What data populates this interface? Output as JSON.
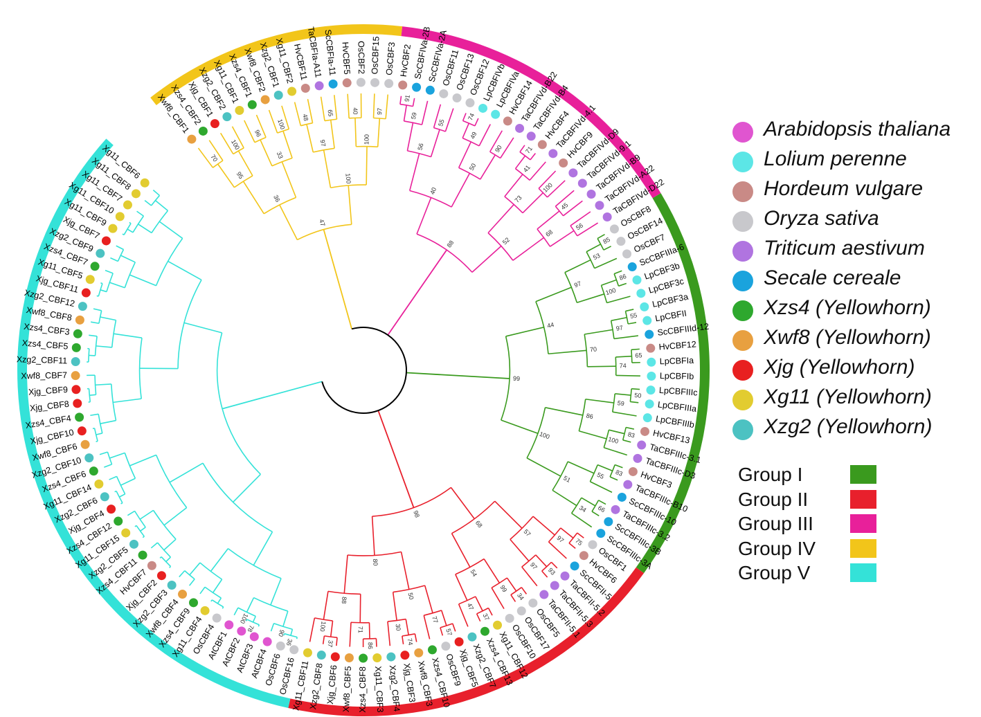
{
  "species": [
    {
      "key": "At",
      "name": "Arabidopsis thaliana",
      "color": "#e055d0"
    },
    {
      "key": "Lp",
      "name": "Lolium perenne",
      "color": "#5ce6e6"
    },
    {
      "key": "Hv",
      "name": "Hordeum vulgare",
      "color": "#c98a86"
    },
    {
      "key": "Os",
      "name": "Oryza sativa",
      "color": "#c8c8cc"
    },
    {
      "key": "Ta",
      "name": "Triticum aestivum",
      "color": "#b074e0"
    },
    {
      "key": "Sc",
      "name": "Secale cereale",
      "color": "#1aa3dd"
    },
    {
      "key": "Xzs4",
      "name": "Xzs4 (Yellowhorn)",
      "color": "#2ea82e"
    },
    {
      "key": "Xwf8",
      "name": "Xwf8 (Yellowhorn)",
      "color": "#e8a040"
    },
    {
      "key": "Xjg",
      "name": "Xjg (Yellowhorn)",
      "color": "#e82020"
    },
    {
      "key": "Xg11",
      "name": "Xg11 (Yellowhorn)",
      "color": "#e2cc30"
    },
    {
      "key": "Xzg2",
      "name": "Xzg2 (Yellowhorn)",
      "color": "#4cc2c2"
    }
  ],
  "groups": [
    {
      "key": "I",
      "name": "Group I",
      "color": "#3a9a1e"
    },
    {
      "key": "II",
      "name": "Group II",
      "color": "#e8202c"
    },
    {
      "key": "III",
      "name": "Group III",
      "color": "#e8209a"
    },
    {
      "key": "IV",
      "name": "Group IV",
      "color": "#f2c51a"
    },
    {
      "key": "V",
      "name": "Group V",
      "color": "#34e2d8"
    }
  ],
  "tree": {
    "tips": [
      {
        "label": "Xwf8_CBF1",
        "sp": "Xwf8",
        "g": "IV"
      },
      {
        "label": "Xzs4_CBF2",
        "sp": "Xzs4",
        "g": "IV"
      },
      {
        "label": "Xjg_CBF1",
        "sp": "Xjg",
        "g": "IV"
      },
      {
        "label": "Xzg2_CBF2",
        "sp": "Xzg2",
        "g": "IV"
      },
      {
        "label": "Xg11_CBF1",
        "sp": "Xg11",
        "g": "IV"
      },
      {
        "label": "Xzs4_CBF1",
        "sp": "Xzs4",
        "g": "IV"
      },
      {
        "label": "Xwf8_CBF2",
        "sp": "Xwf8",
        "g": "IV"
      },
      {
        "label": "Xzg2_CBF1",
        "sp": "Xzg2",
        "g": "IV"
      },
      {
        "label": "Xg11_CBF2",
        "sp": "Xg11",
        "g": "IV"
      },
      {
        "label": "HvCBF11",
        "sp": "Hv",
        "g": "IV"
      },
      {
        "label": "TaCBFIa-A11",
        "sp": "Ta",
        "g": "IV"
      },
      {
        "label": "ScCBFIa-11",
        "sp": "Sc",
        "g": "IV"
      },
      {
        "label": "HvCBF5",
        "sp": "Hv",
        "g": "IV"
      },
      {
        "label": "OsCBF2",
        "sp": "Os",
        "g": "IV"
      },
      {
        "label": "OsCBF15",
        "sp": "Os",
        "g": "IV"
      },
      {
        "label": "OsCBF3",
        "sp": "Os",
        "g": "IV"
      },
      {
        "label": "HvCBF2",
        "sp": "Hv",
        "g": "III"
      },
      {
        "label": "ScCBFIVa-2B",
        "sp": "Sc",
        "g": "III"
      },
      {
        "label": "ScCBFIVa-2A",
        "sp": "Sc",
        "g": "III"
      },
      {
        "label": "OsCBF11",
        "sp": "Os",
        "g": "III"
      },
      {
        "label": "OsCBF13",
        "sp": "Os",
        "g": "III"
      },
      {
        "label": "OsCBF12",
        "sp": "Os",
        "g": "III"
      },
      {
        "label": "LpCBFIVb",
        "sp": "Lp",
        "g": "III"
      },
      {
        "label": "LpCBFIVa",
        "sp": "Lp",
        "g": "III"
      },
      {
        "label": "HvCBF14",
        "sp": "Hv",
        "g": "III"
      },
      {
        "label": "TaCBFIVd-B22",
        "sp": "Ta",
        "g": "III"
      },
      {
        "label": "TaCBFIVd-B4",
        "sp": "Ta",
        "g": "III"
      },
      {
        "label": "HvCBF4",
        "sp": "Hv",
        "g": "III"
      },
      {
        "label": "TaCBFIVd-4.1",
        "sp": "Ta",
        "g": "III"
      },
      {
        "label": "HvCBF9",
        "sp": "Hv",
        "g": "III"
      },
      {
        "label": "TaCBFIVd-D9",
        "sp": "Ta",
        "g": "III"
      },
      {
        "label": "TaCBFIVd-9.1",
        "sp": "Ta",
        "g": "III"
      },
      {
        "label": "TaCBFIVd-B9",
        "sp": "Ta",
        "g": "III"
      },
      {
        "label": "TaCBFIVd-A22",
        "sp": "Ta",
        "g": "III"
      },
      {
        "label": "TaCBFIVd-D22",
        "sp": "Ta",
        "g": "III"
      },
      {
        "label": "OsCBF8",
        "sp": "Os",
        "g": "I"
      },
      {
        "label": "OsCBF14",
        "sp": "Os",
        "g": "I"
      },
      {
        "label": "OsCBF7",
        "sp": "Os",
        "g": "I"
      },
      {
        "label": "ScCBFIIIa-6",
        "sp": "Sc",
        "g": "I"
      },
      {
        "label": "LpCBF3b",
        "sp": "Lp",
        "g": "I"
      },
      {
        "label": "LpCBF3c",
        "sp": "Lp",
        "g": "I"
      },
      {
        "label": "LpCBF3a",
        "sp": "Lp",
        "g": "I"
      },
      {
        "label": "LpCBFII",
        "sp": "Lp",
        "g": "I"
      },
      {
        "label": "ScCBFIIId-12",
        "sp": "Sc",
        "g": "I"
      },
      {
        "label": "HvCBF12",
        "sp": "Hv",
        "g": "I"
      },
      {
        "label": "LpCBFIa",
        "sp": "Lp",
        "g": "I"
      },
      {
        "label": "LpCBFIb",
        "sp": "Lp",
        "g": "I"
      },
      {
        "label": "LpCBFIIIc",
        "sp": "Lp",
        "g": "I"
      },
      {
        "label": "LpCBFIIIa",
        "sp": "Lp",
        "g": "I"
      },
      {
        "label": "LpCBFIIIb",
        "sp": "Lp",
        "g": "I"
      },
      {
        "label": "HvCBF13",
        "sp": "Hv",
        "g": "I"
      },
      {
        "label": "TaCBFIIIc-3.1",
        "sp": "Ta",
        "g": "I"
      },
      {
        "label": "TaCBFIIIc-D3",
        "sp": "Ta",
        "g": "I"
      },
      {
        "label": "HvCBF3",
        "sp": "Hv",
        "g": "I"
      },
      {
        "label": "TaCBFIIIc-B10",
        "sp": "Ta",
        "g": "I"
      },
      {
        "label": "ScCBFIIIc-10",
        "sp": "Sc",
        "g": "I"
      },
      {
        "label": "TaCBFIIIc-3.2",
        "sp": "Ta",
        "g": "I"
      },
      {
        "label": "ScCBFIIIc-3B",
        "sp": "Sc",
        "g": "I"
      },
      {
        "label": "ScCBFIIIc-3A",
        "sp": "Sc",
        "g": "I"
      },
      {
        "label": "OsCBF1",
        "sp": "Os",
        "g": "II"
      },
      {
        "label": "HvCBF6",
        "sp": "Hv",
        "g": "II"
      },
      {
        "label": "ScCBFII-5",
        "sp": "Sc",
        "g": "II"
      },
      {
        "label": "TaCBFII-5.2",
        "sp": "Ta",
        "g": "II"
      },
      {
        "label": "TaCBFII-5.3",
        "sp": "Ta",
        "g": "II"
      },
      {
        "label": "TaCBFII-5.1",
        "sp": "Ta",
        "g": "II"
      },
      {
        "label": "OsCBF5",
        "sp": "Os",
        "g": "II"
      },
      {
        "label": "OsCBF17",
        "sp": "Os",
        "g": "II"
      },
      {
        "label": "OsCBF10",
        "sp": "Os",
        "g": "II"
      },
      {
        "label": "Xg11_CBF12",
        "sp": "Xg11",
        "g": "II"
      },
      {
        "label": "Xzs4_CBF13",
        "sp": "Xzs4",
        "g": "II"
      },
      {
        "label": "Xzg2_CBF7",
        "sp": "Xzg2",
        "g": "II"
      },
      {
        "label": "Xjg_CBF5",
        "sp": "Xjg",
        "g": "II"
      },
      {
        "label": "OsCBF9",
        "sp": "Os",
        "g": "II"
      },
      {
        "label": "Xzs4_CBF10",
        "sp": "Xzs4",
        "g": "II"
      },
      {
        "label": "Xwf8_CBF3",
        "sp": "Xwf8",
        "g": "II"
      },
      {
        "label": "Xjg_CBF3",
        "sp": "Xjg",
        "g": "II"
      },
      {
        "label": "Xzg2_CBF4",
        "sp": "Xzg2",
        "g": "II"
      },
      {
        "label": "Xg11_CBF3",
        "sp": "Xg11",
        "g": "II"
      },
      {
        "label": "Xzs4_CBF8",
        "sp": "Xzs4",
        "g": "II"
      },
      {
        "label": "Xwf8_CBF5",
        "sp": "Xwf8",
        "g": "II"
      },
      {
        "label": "Xjg_CBF6",
        "sp": "Xjg",
        "g": "II"
      },
      {
        "label": "Xzg2_CBF8",
        "sp": "Xzg2",
        "g": "II"
      },
      {
        "label": "Xg11_CBF11",
        "sp": "Xg11",
        "g": "II"
      },
      {
        "label": "OsCBF16",
        "sp": "Os",
        "g": "V"
      },
      {
        "label": "OsCBF6",
        "sp": "Os",
        "g": "V"
      },
      {
        "label": "AtCBF4",
        "sp": "At",
        "g": "V"
      },
      {
        "label": "AtCBF3",
        "sp": "At",
        "g": "V"
      },
      {
        "label": "AtCBF2",
        "sp": "At",
        "g": "V"
      },
      {
        "label": "AtCBF1",
        "sp": "At",
        "g": "V"
      },
      {
        "label": "OsCBF4",
        "sp": "Os",
        "g": "V"
      },
      {
        "label": "Xg11_CBF4",
        "sp": "Xg11",
        "g": "V"
      },
      {
        "label": "Xzs4_CBF9",
        "sp": "Xzs4",
        "g": "V"
      },
      {
        "label": "Xwf8_CBF4",
        "sp": "Xwf8",
        "g": "V"
      },
      {
        "label": "Xzg2_CBF3",
        "sp": "Xzg2",
        "g": "V"
      },
      {
        "label": "Xjg_CBF2",
        "sp": "Xjg",
        "g": "V"
      },
      {
        "label": "HvCBF7",
        "sp": "Hv",
        "g": "V"
      },
      {
        "label": "Xzs4_CBF11",
        "sp": "Xzs4",
        "g": "V"
      },
      {
        "label": "Xzg2_CBF5",
        "sp": "Xzg2",
        "g": "V"
      },
      {
        "label": "Xg11_CBF15",
        "sp": "Xg11",
        "g": "V"
      },
      {
        "label": "Xzs4_CBF12",
        "sp": "Xzs4",
        "g": "V"
      },
      {
        "label": "Xjg_CBF4",
        "sp": "Xjg",
        "g": "V"
      },
      {
        "label": "Xzg2_CBF6",
        "sp": "Xzg2",
        "g": "V"
      },
      {
        "label": "Xg11_CBF14",
        "sp": "Xg11",
        "g": "V"
      },
      {
        "label": "Xzs4_CBF6",
        "sp": "Xzs4",
        "g": "V"
      },
      {
        "label": "Xzg2_CBF10",
        "sp": "Xzg2",
        "g": "V"
      },
      {
        "label": "Xwf8_CBF6",
        "sp": "Xwf8",
        "g": "V"
      },
      {
        "label": "Xjg_CBF10",
        "sp": "Xjg",
        "g": "V"
      },
      {
        "label": "Xzs4_CBF4",
        "sp": "Xzs4",
        "g": "V"
      },
      {
        "label": "Xjg_CBF8",
        "sp": "Xjg",
        "g": "V"
      },
      {
        "label": "Xjg_CBF9",
        "sp": "Xjg",
        "g": "V"
      },
      {
        "label": "Xwf8_CBF7",
        "sp": "Xwf8",
        "g": "V"
      },
      {
        "label": "Xzg2_CBF11",
        "sp": "Xzg2",
        "g": "V"
      },
      {
        "label": "Xzs4_CBF5",
        "sp": "Xzs4",
        "g": "V"
      },
      {
        "label": "Xzs4_CBF3",
        "sp": "Xzs4",
        "g": "V"
      },
      {
        "label": "Xwf8_CBF8",
        "sp": "Xwf8",
        "g": "V"
      },
      {
        "label": "Xzg2_CBF12",
        "sp": "Xzg2",
        "g": "V"
      },
      {
        "label": "Xjg_CBF11",
        "sp": "Xjg",
        "g": "V"
      },
      {
        "label": "Xg11_CBF5",
        "sp": "Xg11",
        "g": "V"
      },
      {
        "label": "Xzs4_CBF7",
        "sp": "Xzs4",
        "g": "V"
      },
      {
        "label": "Xzg2_CBF9",
        "sp": "Xzg2",
        "g": "V"
      },
      {
        "label": "Xjg_CBF7",
        "sp": "Xjg",
        "g": "V"
      },
      {
        "label": "Xg11_CBF9",
        "sp": "Xg11",
        "g": "V"
      },
      {
        "label": "Xg11_CBF10",
        "sp": "Xg11",
        "g": "V"
      },
      {
        "label": "Xg11_CBF7",
        "sp": "Xg11",
        "g": "V"
      },
      {
        "label": "Xg11_CBF8",
        "sp": "Xg11",
        "g": "V"
      },
      {
        "label": "Xg11_CBF6",
        "sp": "Xg11",
        "g": "V"
      }
    ],
    "bootstrap_values": [
      "70",
      "100",
      "95",
      "96",
      "100",
      "33",
      "36",
      "48",
      "65",
      "97",
      "40",
      "97",
      "100",
      "100",
      "47",
      "91",
      "59",
      "55",
      "56",
      "74",
      "49",
      "90",
      "50",
      "40",
      "71",
      "41",
      "100",
      "73",
      "45",
      "56",
      "68",
      "52",
      "88",
      "85",
      "53",
      "86",
      "100",
      "97",
      "55",
      "97",
      "65",
      "74",
      "70",
      "44",
      "50",
      "59",
      "83",
      "100",
      "86",
      "83",
      "55",
      "66",
      "34",
      "51",
      "100",
      "99",
      "75",
      "97",
      "93",
      "97",
      "57",
      "34",
      "99",
      "37",
      "47",
      "54",
      "68",
      "57",
      "77",
      "74",
      "30",
      "50",
      "86",
      "71",
      "37",
      "100",
      "88",
      "80",
      "98",
      "36",
      "90",
      "78",
      "100"
    ]
  }
}
